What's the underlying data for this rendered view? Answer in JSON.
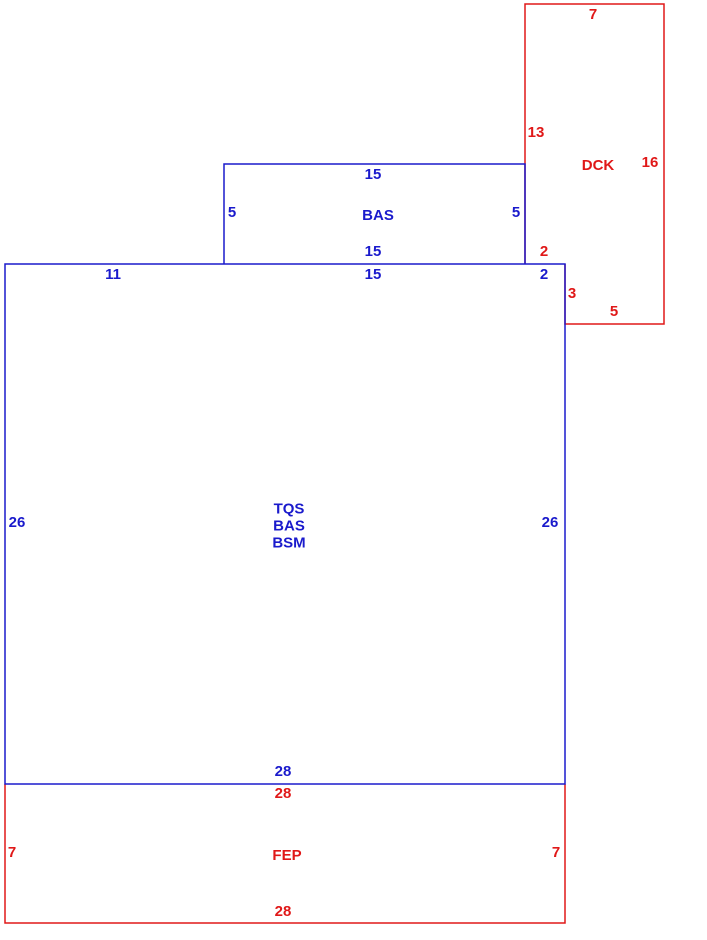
{
  "colors": {
    "blue": "#1a1acc",
    "red": "#e01818"
  },
  "areas": {
    "main": {
      "line1": "TQS",
      "line2": "BAS",
      "line3": "BSM"
    },
    "upper_bas": "BAS",
    "deck": "DCK",
    "porch": "FEP"
  },
  "dimensions": {
    "upper_bas_top": "15",
    "upper_bas_left": "5",
    "upper_bas_right": "5",
    "upper_bas_bottom": "15",
    "main_top_left": "11",
    "main_top_mid": "15",
    "main_top_right": "2",
    "main_left": "26",
    "main_right": "26",
    "main_bottom": "28",
    "deck_top": "7",
    "deck_left": "13",
    "deck_right": "16",
    "deck_bottom": "5",
    "deck_step_top": "2",
    "deck_step_side": "3",
    "porch_top": "28",
    "porch_left": "7",
    "porch_right": "7",
    "porch_bottom": "28"
  }
}
